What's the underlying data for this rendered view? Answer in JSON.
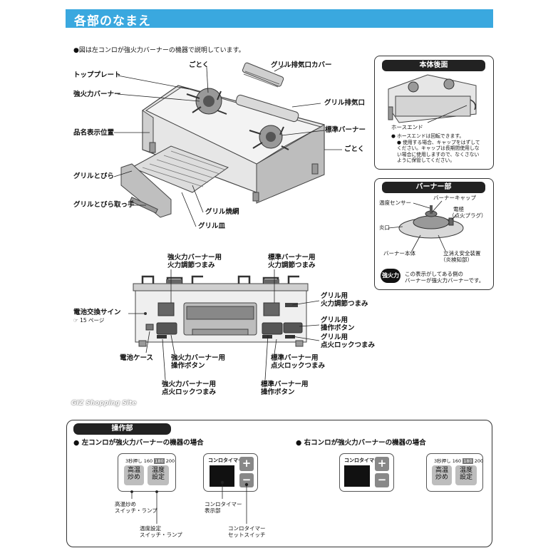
{
  "title": "各部のなまえ",
  "intro": "●図は左コンロが強火力バーナーの機器で説明しています。",
  "main_labels": {
    "gotoku_top": "ごとく",
    "grill_vent_cover": "グリル排気口カバー",
    "top_plate": "トッププレート",
    "strong_burner": "強火力バーナー",
    "grill_vent": "グリル排気口",
    "product_name_pos": "品名表示位置",
    "standard_burner": "標準バーナー",
    "gotoku_right": "ごとく",
    "grill_door": "グリルとびら",
    "grill_door_handle": "グリルとびら取っ手",
    "grill_grate": "グリル焼網",
    "grill_tray": "グリル皿"
  },
  "rear_panel": {
    "title": "本体後面",
    "hose_end": "ホースエンド",
    "notes": [
      "● ホースエンドは回転できます。",
      "● 使用する場合、キャップをはずして",
      "ください。キャップは長期間使用しな",
      "い場合に使用しますので、なくさない",
      "ように保管してください。"
    ]
  },
  "burner_panel": {
    "title": "バーナー部",
    "temp_sensor": "温度センサー",
    "burner_cap": "バーナーキャップ",
    "electrode": "電極",
    "electrode_sub": "（点火プラグ）",
    "flame_port": "炎口",
    "burner_body": "バーナー本体",
    "safety_device": "立消え安全装置",
    "safety_device_sub": "（炎検知部）",
    "badge": "強火力",
    "badge_note_1": "この表示がしてある側の",
    "badge_note_2": "バーナーが強火力バーナーです。"
  },
  "front_labels": {
    "strong_knob_1": "強火力バーナー用",
    "strong_knob_2": "火力調節つまみ",
    "std_knob_1": "標準バーナー用",
    "std_knob_2": "火力調節つまみ",
    "grill_knob_1": "グリル用",
    "grill_knob_2": "火力調節つまみ",
    "battery_sign": "電池交換サイン",
    "battery_ref": "☞ 15 ページ",
    "grill_button_1": "グリル用",
    "grill_button_2": "操作ボタン",
    "grill_lock_1": "グリル用",
    "grill_lock_2": "点火ロックつまみ",
    "battery_case": "電池ケース",
    "strong_button_1": "強火力バーナー用",
    "strong_button_2": "操作ボタン",
    "std_lock_1": "標準バーナー用",
    "std_lock_2": "点火ロックつまみ",
    "strong_lock_1": "強火力バーナー用",
    "strong_lock_2": "点火ロックつまみ",
    "std_button_1": "標準バーナー用",
    "std_button_2": "操作ボタン"
  },
  "watermark": "GIZ Shopping Site",
  "control_panel": {
    "title": "操作部",
    "left_heading": "●  左コンロが強火力バーナーの機器の場合",
    "right_heading": "●  右コンロが強火力バーナーの機器の場合",
    "presets": [
      "3秒押し",
      "160",
      "180",
      "200"
    ],
    "high_temp_btn": "高温\n炒め",
    "temp_set_btn": "温度\n設定",
    "timer_label": "コンロタイマー",
    "plus": "+",
    "minus": "−",
    "cap_high_temp": "高温炒め\nスイッチ・ランプ",
    "cap_temp_set": "温度設定\nスイッチ・ランプ",
    "cap_timer_display": "コンロタイマー\n表示部",
    "cap_timer_switch": "コンロタイマー\nセットスイッチ"
  },
  "colors": {
    "accent": "#3aa8df",
    "dark": "#222222",
    "button_gray": "#bdbdbd"
  }
}
